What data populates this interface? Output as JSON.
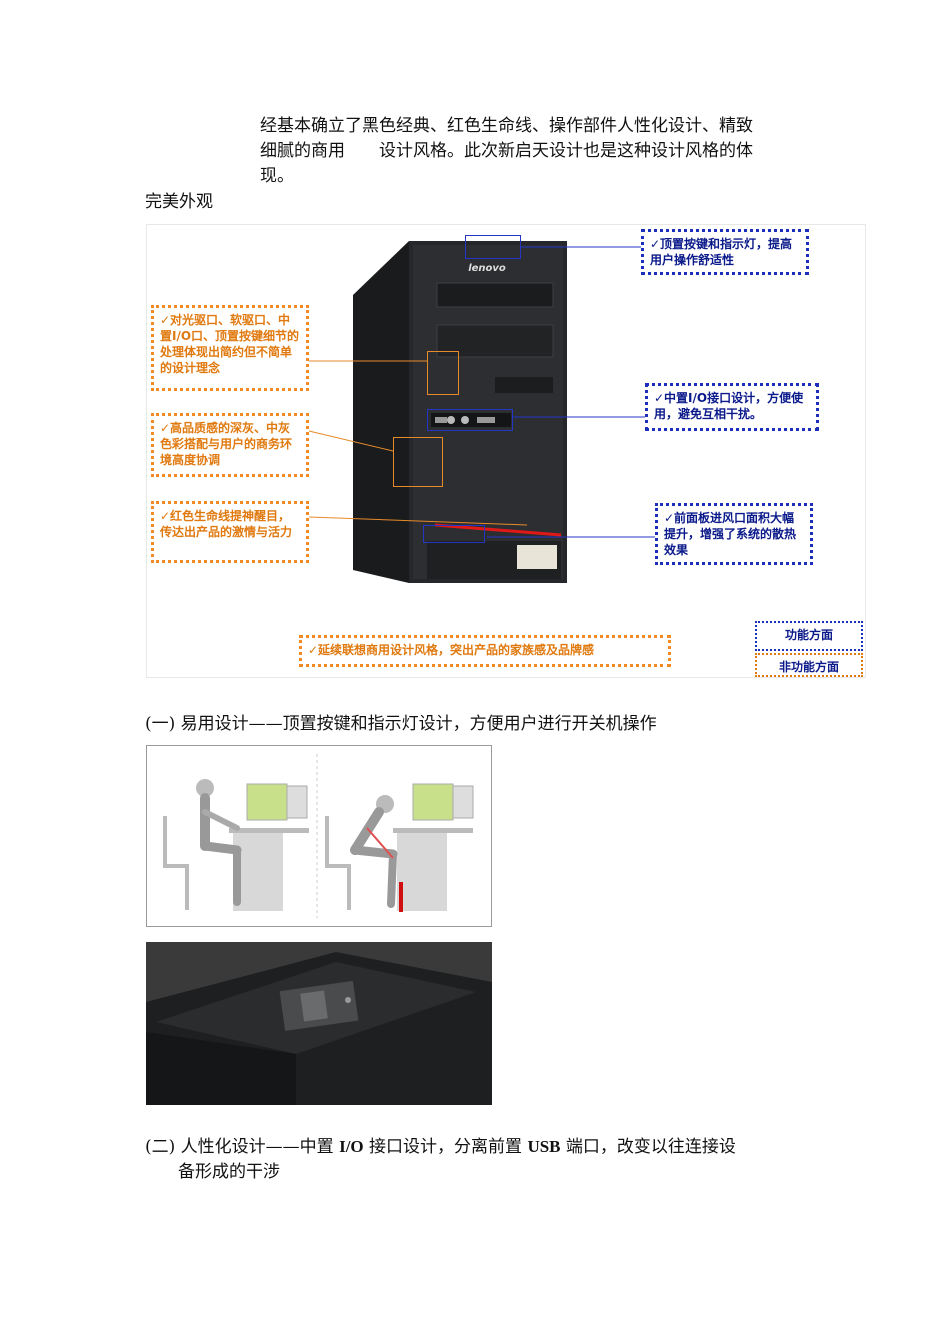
{
  "intro": {
    "line1": "经基本确立了黑色经典、红色生命线、操作部件人性化设计、精致",
    "line2": "细腻的商用　　设计风格。此次新启天设计也是这种设计风格的体",
    "line3": "现。"
  },
  "section_title": "完美外观",
  "figure_main": {
    "brand": "lenovo",
    "callouts": {
      "top_right": "✓顶置按键和指示灯，提高用户操作舒适性",
      "left_1": "✓对光驱口、软驱口、中置I/O口、顶置按键细节的处理体现出简约但不简单的设计理念",
      "left_2": "✓高品质感的深灰、中灰色彩搭配与用户的商务环境高度协调",
      "left_3": "✓红色生命线提神醒目，传达出产品的激情与活力",
      "right_mid": "✓中置I/O接口设计，方便使用，避免互相干扰。",
      "right_low": "✓前面板进风口面积大幅提升，增强了系统的散热效果",
      "bottom": "✓延续联想商用设计风格，突出产品的家族感及品牌感",
      "legend_functional": "功能方面",
      "legend_nonfunctional": "非功能方面"
    }
  },
  "heading1": "(一) 易用设计——顶置按键和指示灯设计，方便用户进行开关机操作",
  "heading2": {
    "prefix": "(二) 人性化设计——中置 ",
    "io": "I/O",
    "mid": " 接口设计，分离前置 ",
    "usb": "USB",
    "suffix": " 端口，改变以往连接设",
    "line2": "备形成的干涉"
  }
}
